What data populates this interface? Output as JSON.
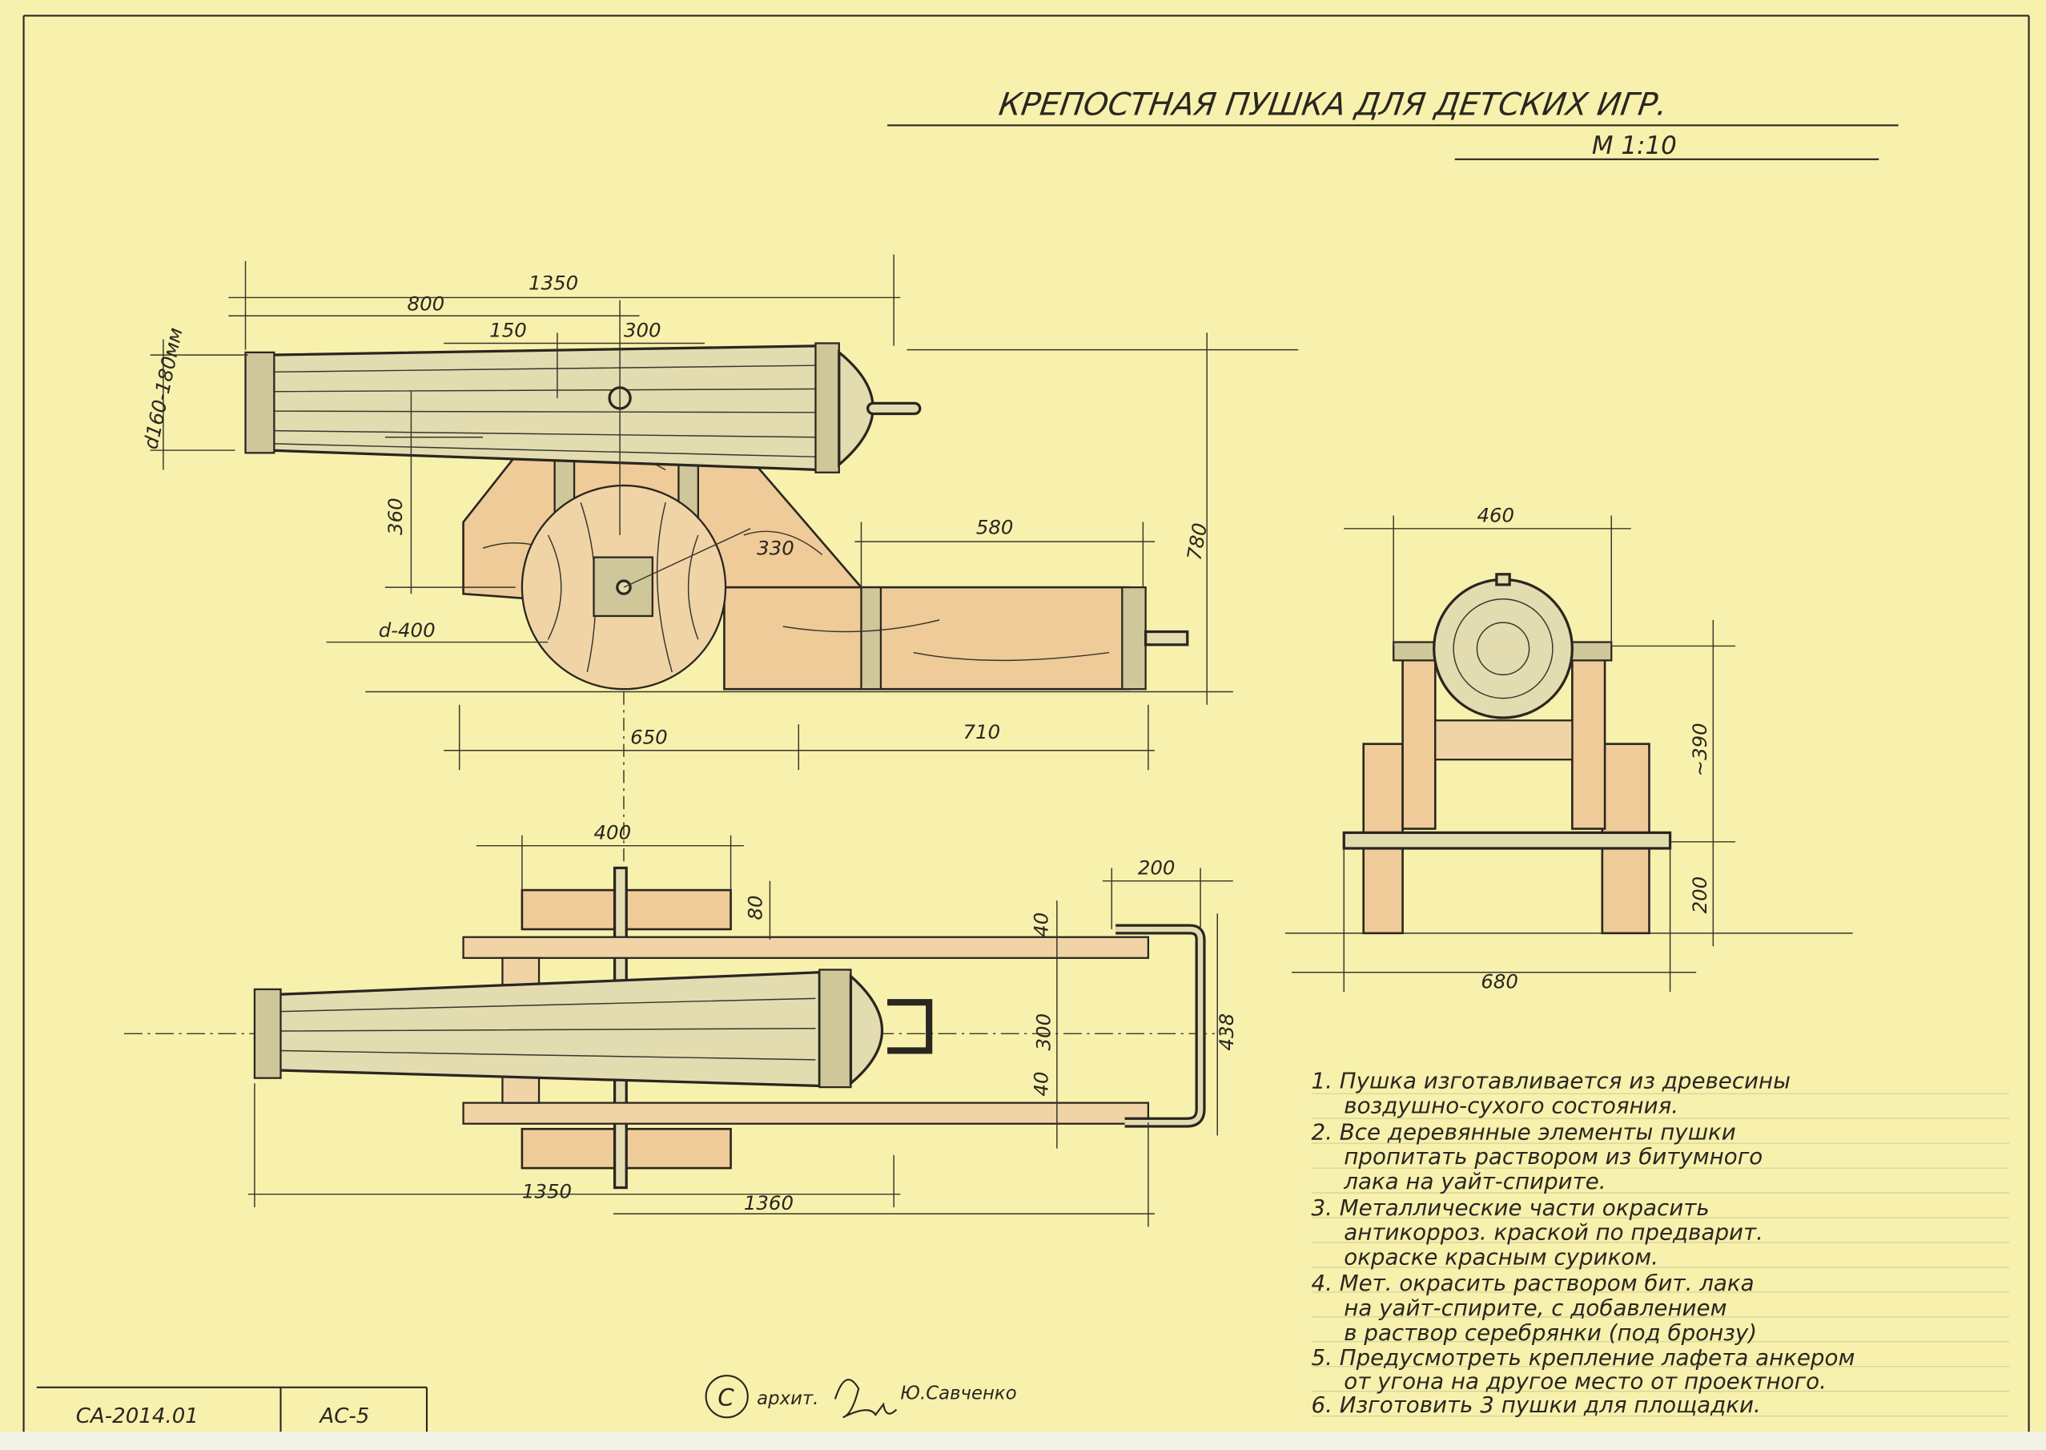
{
  "title": "КРЕПОСТНАЯ ПУШКА ДЛЯ ДЕТСКИХ ИГР.",
  "scale": "М 1:10",
  "colors": {
    "paper": "#f7f1ad",
    "wood": "#eecb98",
    "ink": "#2a2620",
    "metal": "#e2dcb0"
  },
  "side_view": {
    "total_length": "1350",
    "to_axis": "800",
    "dim_150": "150",
    "dim_300": "300",
    "barrel_diameter": "d160-180мм",
    "dim_360": "360",
    "dim_330": "330",
    "dim_580": "580",
    "height": "780",
    "wheel_diameter": "d-400",
    "dim_650": "650",
    "dim_710": "710"
  },
  "front_view": {
    "width_top": "460",
    "height_upper": "~390",
    "height_lower": "200",
    "width_base": "680"
  },
  "top_view": {
    "wheel_width": "400",
    "dim_80": "80",
    "handle_length": "200",
    "dim_40a": "40",
    "dim_300": "300",
    "dim_40b": "40",
    "dim_438": "438",
    "dim_1350": "1350",
    "dim_1360": "1360"
  },
  "notes": [
    "1. Пушка изготавливается из древесины",
    "воздушно-сухого состояния.",
    "2. Все деревянные элементы пушки",
    "пропитать раствором из битумного",
    "лака на уайт-спирите.",
    "3. Металлические части окрасить",
    "антикорроз. краской по предварит.",
    "окраске красным суриком.",
    "4. Мет. окрасить раствором бит. лака",
    "на уайт-спирите, с добавлением",
    "в раствор серебрянки (под бронзу)",
    "5. Предусмотреть крепление лафета анкером",
    "от угона на другое место от проектного.",
    "6. Изготовить 3 пушки для площадки."
  ],
  "title_block": {
    "code": "СА-2014.01",
    "sheet": "АС-5"
  },
  "author": {
    "copyright": "С",
    "prefix": "архит.",
    "name": "Ю.Савченко"
  }
}
